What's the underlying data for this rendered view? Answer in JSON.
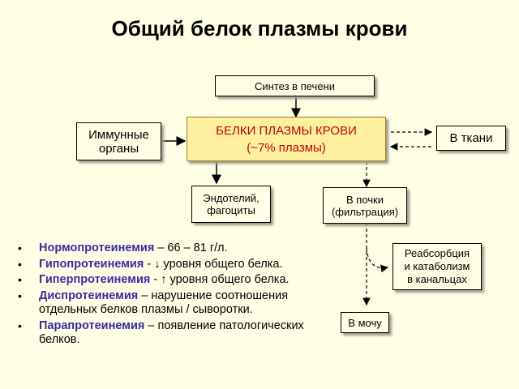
{
  "title": "Общий белок плазмы крови",
  "boxes": {
    "synthesis": "Синтез в печени",
    "immune_line1": "Иммунные",
    "immune_line2": "органы",
    "main_line1": "БЕЛКИ ПЛАЗМЫ КРОВИ",
    "main_line2": "(~7% плазмы)",
    "tissues": "В ткани",
    "endothelium_line1": "Эндотелий,",
    "endothelium_line2": "фагоциты",
    "kidneys_line1": "В почки",
    "kidneys_line2": "(фильтрация)",
    "reabsorption_line1": "Реабсорбция",
    "reabsorption_line2": "и катаболизм",
    "reabsorption_line3": "в канальцах",
    "urine": "В мочу"
  },
  "bullets": [
    {
      "term": "Нормопротеинемия",
      "rest": " – 66 – 81 г/л."
    },
    {
      "term": "Гипопротеинемия",
      "rest": " - ↓ уровня общего белка."
    },
    {
      "term": "Гиперпротеинемия",
      "rest": " - ↑ уровня общего белка."
    },
    {
      "term": "Диспротеинемия",
      "rest": " – нарушение соотношения отдельных белков плазмы / сыворотки."
    },
    {
      "term": "Парапротеинемия",
      "rest": " – появление патологических белков."
    }
  ],
  "bullet_symbol": "•"
}
